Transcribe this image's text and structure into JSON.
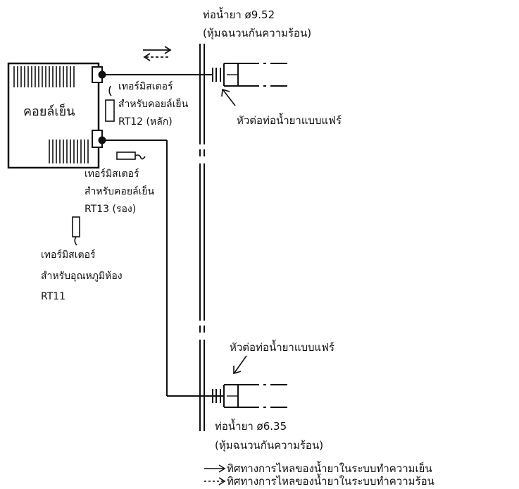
{
  "coil": {
    "label": "คอยล์เย็น"
  },
  "top_pipe": {
    "line1": "ท่อน้ำยา ø9.52",
    "line2": "(หุ้มฉนวนกันความร้อน)"
  },
  "top_flare": {
    "label": "หัวต่อท่อน้ำยาแบบแฟร์"
  },
  "thermistor_rt12": {
    "line1": "เทอร์มิสเตอร์",
    "line2": "สำหรับคอยล์เย็น",
    "line3": "RT12 (หลัก)"
  },
  "thermistor_rt13": {
    "line1": "เทอร์มิสเตอร์",
    "line2": "สำหรับคอยล์เย็น",
    "line3": "RT13 (รอง)"
  },
  "thermistor_rt11": {
    "line1": "เทอร์มิสเตอร์",
    "line2": "สำหรับอุณหภูมิห้อง",
    "line3": "RT11"
  },
  "bottom_flare": {
    "label": "หัวต่อท่อน้ำยาแบบแฟร์"
  },
  "bottom_pipe": {
    "line1": "ท่อน้ำยา ø6.35",
    "line2": "(หุ้มฉนวนกันความร้อน)"
  },
  "legend": {
    "cooling": "ทิศทางการไหลของน้ำยาในระบบทำความเย็น",
    "heating": "ทิศทางการไหลของน้ำยาในระบบทำความร้อน"
  }
}
